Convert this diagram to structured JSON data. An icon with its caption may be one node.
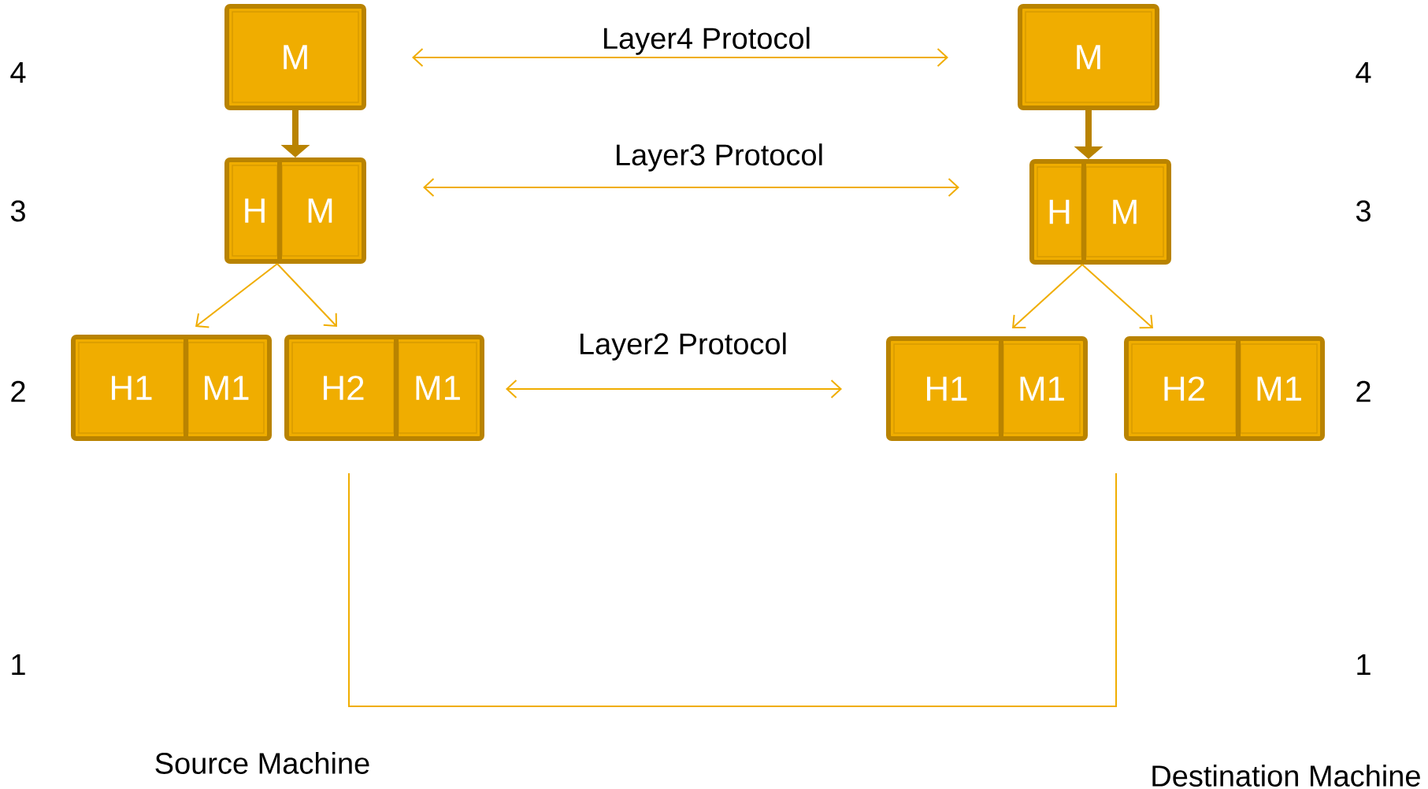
{
  "diagram": {
    "nodes": [
      {
        "text": [
          "M"
        ]
      },
      {
        "text": [],
        "shape": "box"
      },
      {
        "text": [
          "H"
        ],
        "in": 1
      },
      {
        "text": [
          "M"
        ],
        "in": 1
      },
      {
        "text": [],
        "shape": "box"
      },
      {
        "text": [
          "H1"
        ],
        "in": 4
      },
      {
        "text": [
          "M1"
        ],
        "in": 4
      },
      {
        "text": [],
        "shape": "box"
      },
      {
        "text": [
          "H2"
        ],
        "in": 7
      },
      {
        "text": [
          "M1"
        ],
        "in": 7
      },
      {
        "text": [
          "M"
        ]
      },
      {
        "text": [],
        "shape": "box"
      },
      {
        "text": [
          "H"
        ],
        "in": 11
      },
      {
        "text": [
          "M"
        ],
        "in": 11
      },
      {
        "text": [],
        "shape": "box"
      },
      {
        "text": [
          "H1"
        ],
        "in": 14
      },
      {
        "text": [
          "M1"
        ],
        "in": 14
      },
      {
        "text": [],
        "shape": "box"
      },
      {
        "text": [
          "H2"
        ],
        "in": 17
      },
      {
        "text": [
          "M1"
        ],
        "in": 17
      }
    ],
    "edges": [
      {
        "from": 0,
        "to": 1,
        "arrow": "to",
        "style": "thick",
        "color": "#b98300"
      },
      {
        "from": 1,
        "to": 4,
        "arrow": "to"
      },
      {
        "from": 1,
        "to": 7,
        "arrow": "to"
      },
      {
        "from": 10,
        "to": 11,
        "arrow": "to",
        "style": "thick",
        "color": "#b98300"
      },
      {
        "from": 11,
        "to": 14,
        "arrow": "to"
      },
      {
        "from": 11,
        "to": 17,
        "arrow": "to"
      },
      {
        "from": 0,
        "to": 10,
        "arrow": "both",
        "label": "Layer4 Protocol"
      },
      {
        "from": 1,
        "to": 11,
        "arrow": "both",
        "label": "Layer3 Protocol"
      },
      {
        "from": 7,
        "to": 14,
        "arrow": "both",
        "label": "Layer2 Protocol"
      },
      {
        "from": 7,
        "to": 17,
        "arrow": "none"
      }
    ],
    "labels": [
      "4",
      "4",
      "3",
      "3",
      "2",
      "2",
      "1",
      "1",
      "Source Machine",
      "Destination Machine"
    ]
  }
}
